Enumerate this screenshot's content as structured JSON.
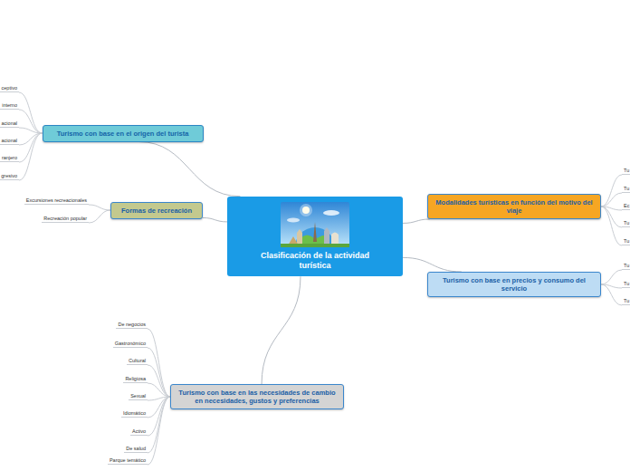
{
  "diagram": {
    "nodes": [
      {
        "text": [
          "Clasificación de la actividad turística"
        ]
      },
      {
        "text": [
          "Turismo con base en el origen del turista"
        ]
      },
      {
        "text": [
          "ceptivo"
        ]
      },
      {
        "text": [
          "interno"
        ]
      },
      {
        "text": [
          "acional"
        ]
      },
      {
        "text": [
          "acional"
        ]
      },
      {
        "text": [
          "ranjero"
        ]
      },
      {
        "text": [
          "gresivo"
        ]
      },
      {
        "text": [
          "Formas de recreación"
        ]
      },
      {
        "text": [
          "Excursiones recreacionales"
        ]
      },
      {
        "text": [
          "Recreación popular"
        ]
      },
      {
        "text": [
          "Modalidades turísticas en función del motivo del viaje"
        ]
      },
      {
        "text": [
          "Tu"
        ]
      },
      {
        "text": [
          "Tu"
        ]
      },
      {
        "text": [
          "Ec"
        ]
      },
      {
        "text": [
          "Tu"
        ]
      },
      {
        "text": [
          "Tu"
        ]
      },
      {
        "text": [
          "Turismo con base en precios y consumo del servicio"
        ]
      },
      {
        "text": [
          "Tu"
        ]
      },
      {
        "text": [
          "Tu"
        ]
      },
      {
        "text": [
          "Tu"
        ]
      },
      {
        "text": [
          "Turismo con base en las necesidades de cambio en necesidades, gustos y preferencias"
        ]
      },
      {
        "text": [
          "De negocios"
        ]
      },
      {
        "text": [
          "Gastronómico"
        ]
      },
      {
        "text": [
          "Cultural"
        ]
      },
      {
        "text": [
          "Religiosa"
        ]
      },
      {
        "text": [
          "Sexual"
        ]
      },
      {
        "text": [
          "Idiomático"
        ]
      },
      {
        "text": [
          "Activo"
        ]
      },
      {
        "text": [
          "De salud"
        ]
      },
      {
        "text": [
          "Parque temático"
        ]
      }
    ],
    "edges": [
      {
        "from": 0,
        "to": 1,
        "arrow": "none"
      },
      {
        "from": 0,
        "to": 8,
        "arrow": "none"
      },
      {
        "from": 0,
        "to": 11,
        "arrow": "none"
      },
      {
        "from": 0,
        "to": 17,
        "arrow": "none"
      },
      {
        "from": 0,
        "to": 21,
        "arrow": "none"
      },
      {
        "from": 1,
        "to": 2,
        "arrow": "none"
      },
      {
        "from": 1,
        "to": 3,
        "arrow": "none"
      },
      {
        "from": 1,
        "to": 4,
        "arrow": "none"
      },
      {
        "from": 1,
        "to": 5,
        "arrow": "none"
      },
      {
        "from": 1,
        "to": 6,
        "arrow": "none"
      },
      {
        "from": 1,
        "to": 7,
        "arrow": "none"
      },
      {
        "from": 8,
        "to": 9,
        "arrow": "none"
      },
      {
        "from": 8,
        "to": 10,
        "arrow": "none"
      },
      {
        "from": 11,
        "to": 12,
        "arrow": "none"
      },
      {
        "from": 11,
        "to": 13,
        "arrow": "none"
      },
      {
        "from": 11,
        "to": 14,
        "arrow": "none"
      },
      {
        "from": 11,
        "to": 15,
        "arrow": "none"
      },
      {
        "from": 11,
        "to": 16,
        "arrow": "none"
      },
      {
        "from": 17,
        "to": 18,
        "arrow": "none"
      },
      {
        "from": 17,
        "to": 19,
        "arrow": "none"
      },
      {
        "from": 17,
        "to": 20,
        "arrow": "none"
      },
      {
        "from": 21,
        "to": 22,
        "arrow": "none"
      },
      {
        "from": 21,
        "to": 23,
        "arrow": "none"
      },
      {
        "from": 21,
        "to": 24,
        "arrow": "none"
      },
      {
        "from": 21,
        "to": 25,
        "arrow": "none"
      },
      {
        "from": 21,
        "to": 26,
        "arrow": "none"
      },
      {
        "from": 21,
        "to": 27,
        "arrow": "none"
      },
      {
        "from": 21,
        "to": 28,
        "arrow": "none"
      },
      {
        "from": 21,
        "to": 29,
        "arrow": "none"
      },
      {
        "from": 21,
        "to": 30,
        "arrow": "none"
      }
    ]
  }
}
